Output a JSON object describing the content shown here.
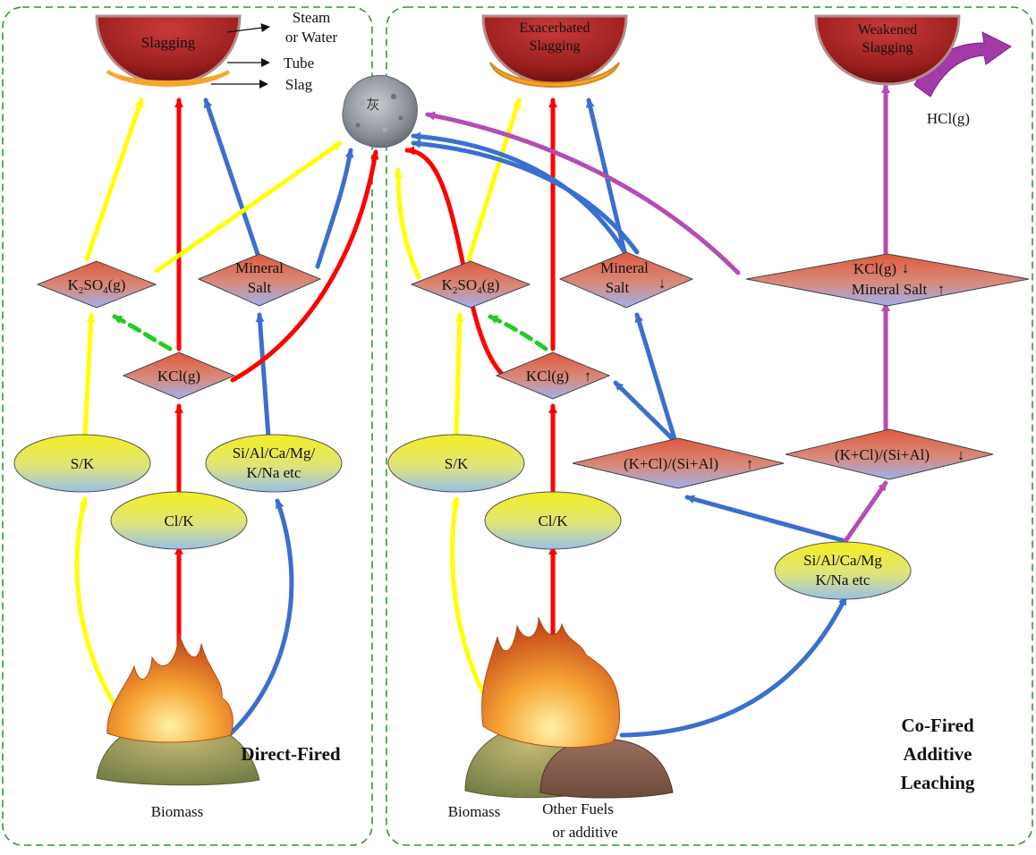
{
  "colors": {
    "potassium_sulfate_path": "#ffff00",
    "chloride_path": "#ff0000",
    "mineral_path": "#3b6fcf",
    "hcl_path": "#b34db3",
    "sulfation_path": "#22cc22",
    "panel_border": "#2e9a2e",
    "node_top": "#e06a4e",
    "node_bottom": "#9aa8e8",
    "oval_top": "#f0ea2a",
    "oval_bottom": "#9ec3e6"
  },
  "icons": {
    "ash_particle": "ash-particle-icon",
    "tube_pan": "boiler-tube-icon",
    "flame": "flame-icon",
    "biomass_pile": "biomass-pile-icon",
    "fuel_pile": "fuel-pile-icon"
  },
  "left_panel": {
    "pan_label": "Slagging",
    "tube_layers": [
      "Steam",
      "or Water",
      "Tube",
      "Slag"
    ],
    "nodes": {
      "k2so4_main": "K",
      "k2so4_sub": "2",
      "k2so4_main2": "SO",
      "k2so4_sub2": "4",
      "k2so4_main3": "(g)",
      "mineral_salt_l1": "Mineral",
      "mineral_salt_l2": "Salt",
      "kcl": "KCl(g)"
    },
    "ovals": {
      "sk": "S/K",
      "clk": "Cl/K",
      "si_l1": "Si/Al/Ca/Mg/",
      "si_l2": "K/Na etc"
    },
    "fuel_label": "Biomass",
    "mode_label": "Direct-Fired"
  },
  "ash": {
    "glyph": "灰"
  },
  "right_panel": {
    "pan1_l1": "Exacerbated",
    "pan1_l2": "Slagging",
    "pan2_l1": "Weakened",
    "pan2_l2": "Slagging",
    "hcl_label": "HCl(g)",
    "nodes": {
      "k2so4_main": "K",
      "k2so4_sub": "2",
      "k2so4_main2": "SO",
      "k2so4_sub2": "4",
      "k2so4_main3": "(g)",
      "mineral_salt_l1": "Mineral",
      "mineral_salt_l2": "Salt",
      "kcl": "KCl(g)",
      "kcl_mineral_l1": "KCl(g)",
      "kcl_mineral_l2": "Mineral Salt",
      "ratio_up": "(K+Cl)/(Si+Al)",
      "ratio_down": "(K+Cl)/(Si+Al)"
    },
    "ovals": {
      "sk": "S/K",
      "clk": "Cl/K",
      "si_l1": "Si/Al/Ca/Mg",
      "si_l2": "K/Na etc"
    },
    "fuel_label_biomass": "Biomass",
    "fuel_label_other_l1": "Other Fuels",
    "fuel_label_other_l2": "or additive",
    "mode_l1": "Co-Fired",
    "mode_l2": "Additive",
    "mode_l3": "Leaching",
    "arrow_up": "↑",
    "arrow_down": "↓"
  }
}
